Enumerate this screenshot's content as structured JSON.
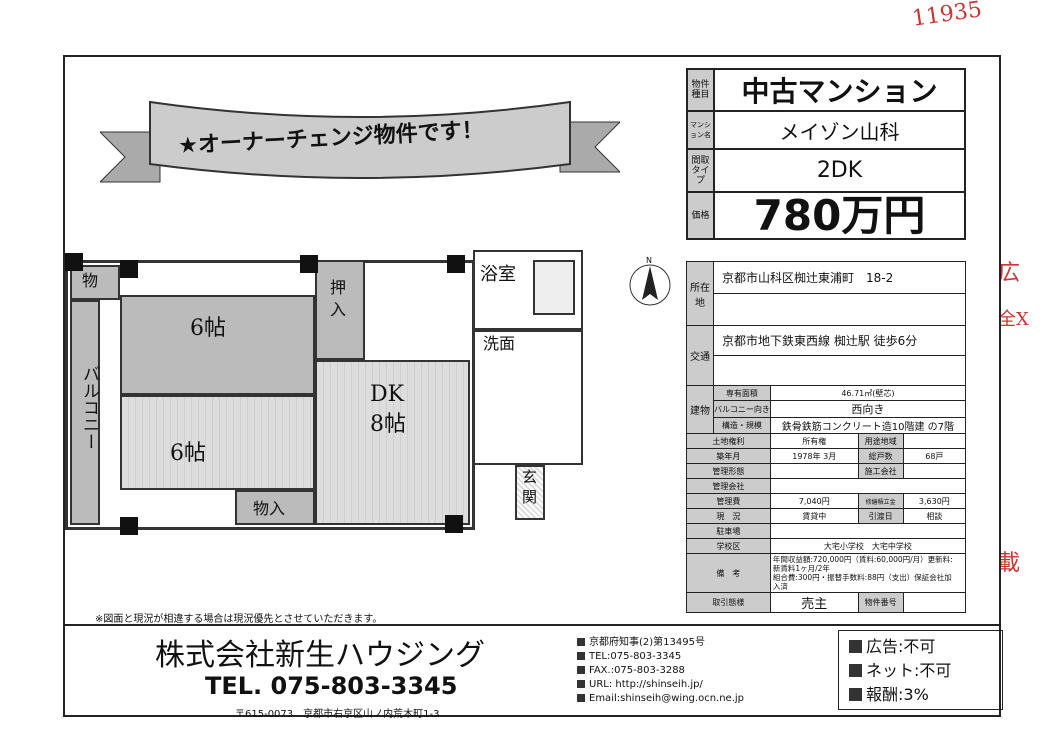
{
  "handwritten": {
    "number": "11935",
    "side1": "広",
    "side2": "全X",
    "side3": "載"
  },
  "banner": {
    "text": "★オーナーチェンジ物件です！"
  },
  "summary": {
    "rows": [
      {
        "label": "物件種目",
        "value": "中古マンション"
      },
      {
        "label": "マンション名",
        "value": "メイゾン山科"
      },
      {
        "label": "間取タイプ",
        "value": "2DK"
      },
      {
        "label": "価格",
        "value": "780万円"
      }
    ]
  },
  "details": {
    "address_label": "所在地",
    "address": "京都市山科区椥辻東浦町　18-2",
    "access_label": "交通",
    "access": "京都市地下鉄東西線 椥辻駅 徒歩6分",
    "building_label": "建物",
    "area_label": "専有面積",
    "area": "46.71㎡(壁芯)",
    "balcony_label": "バルコニー向き",
    "balcony": "西向き",
    "structure_label": "構造・規模",
    "structure": "鉄骨鉄筋コンクリート造10階建 の7階",
    "land_label": "土地権利",
    "land": "所有権",
    "zoning_label": "用途地域",
    "zoning": "",
    "built_label": "築年月",
    "built": "1978年 3月",
    "units_label": "総戸数",
    "units": "68戸",
    "mgmt_form_label": "管理形態",
    "mgmt_form": "",
    "builder_label": "施工会社",
    "builder": "",
    "mgmt_co_label": "管理会社",
    "mgmt_co": "",
    "mgmt_fee_label": "管理費",
    "mgmt_fee": "7,040円",
    "repair_label": "修繕積立金",
    "repair": "3,630円",
    "status_label": "現　況",
    "status": "賃貸中",
    "handover_label": "引渡日",
    "handover": "相談",
    "parking_label": "駐車場",
    "parking": "",
    "school_label": "学校区",
    "school": "大宅小学校　大宅中学校",
    "remarks_label": "備　考",
    "remarks": [
      "年間収益額:720,000円（賃料:60,000円/月）更新料:",
      "新賃料1ヶ月/2年",
      "組合費:300円・振替手数料:88円（支出）保証会社加",
      "入済"
    ],
    "deal_label": "取引態様",
    "deal": "売主",
    "number_label": "物件番号",
    "number": ""
  },
  "floorplan": {
    "rooms": {
      "storage": "物",
      "tatami1": "6帖",
      "closet": "押入",
      "bath": "浴室",
      "wash": "洗面",
      "balcony": "バルコニー",
      "tatami2": "6帖",
      "dk": "DK\n8帖",
      "storage2": "物入",
      "entrance": "玄関"
    },
    "compass": "N"
  },
  "note": "※図面と現況が相違する場合は現況優先とさせていただきます。",
  "company": {
    "name": "株式会社新生ハウジング",
    "tel": "TEL. 075-803-3345",
    "address": "〒615-0073　京都市右京区山ノ内荒木町1-3"
  },
  "contact": [
    "京都府知事(2)第13495号",
    "TEL:075-803-3345",
    "FAX.:075-803-3288",
    "URL: http://shinseih.jp/",
    "Email:shinseih@wing.ocn.ne.jp"
  ],
  "conditions": [
    "広告:不可",
    "ネット:不可",
    "報酬:3%"
  ]
}
